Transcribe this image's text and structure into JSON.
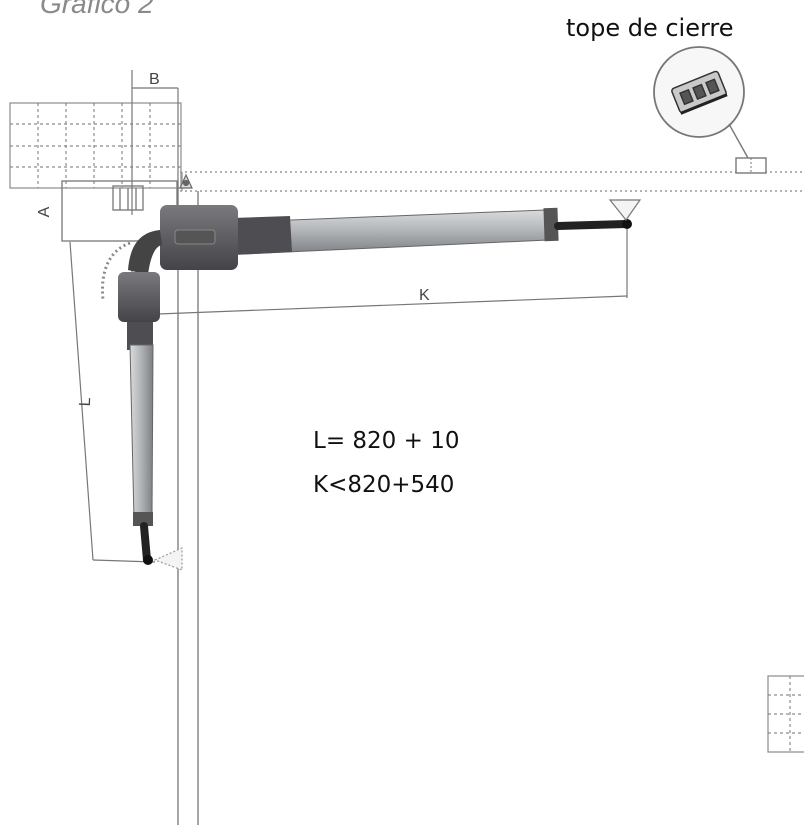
{
  "title": "Grafico 2",
  "closing_stop_label": "tope de cierre",
  "dimensions": {
    "b": "B",
    "a": "A",
    "k": "K",
    "l": "L"
  },
  "formulas": {
    "l": "L= 820 + 10",
    "k": "K<820+540"
  },
  "colors": {
    "line": "#777777",
    "dotted": "#9a9a9a",
    "motor_body": "#5f5f63",
    "arm_tube": "#b9bcbf",
    "rod": "#2b2b2b"
  }
}
